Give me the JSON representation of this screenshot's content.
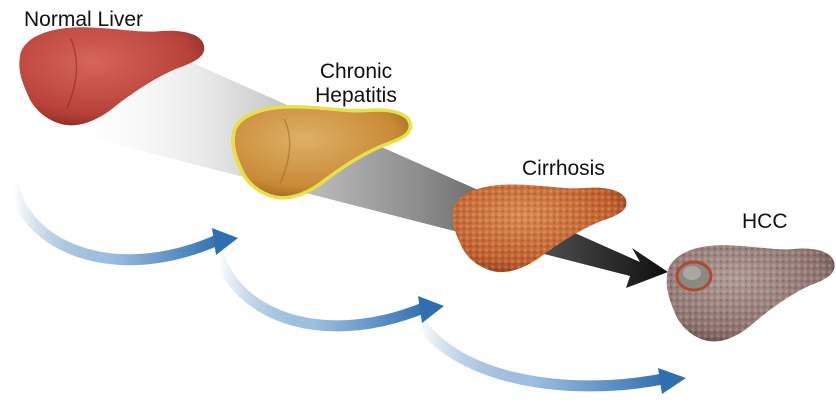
{
  "stages": [
    {
      "label": "Normal Liver"
    },
    {
      "label": "Chronic\nHepatitis"
    },
    {
      "label": "Cirrhosis"
    },
    {
      "label": "HCC"
    }
  ],
  "colors": {
    "normal_liver": "#b8423a",
    "chronic_hepatitis": "#c98a35",
    "chronic_hepatitis_outline": "#e7e04a",
    "cirrhosis": "#c2602e",
    "hcc": "#8f7470",
    "arrow_dark": "#111111",
    "curve_arrow": "#2f6fb0"
  },
  "icons": {
    "progression": "progression-arrow-icon",
    "curve": "curved-arrow-icon",
    "tumor": "tumor-nodule-icon"
  }
}
